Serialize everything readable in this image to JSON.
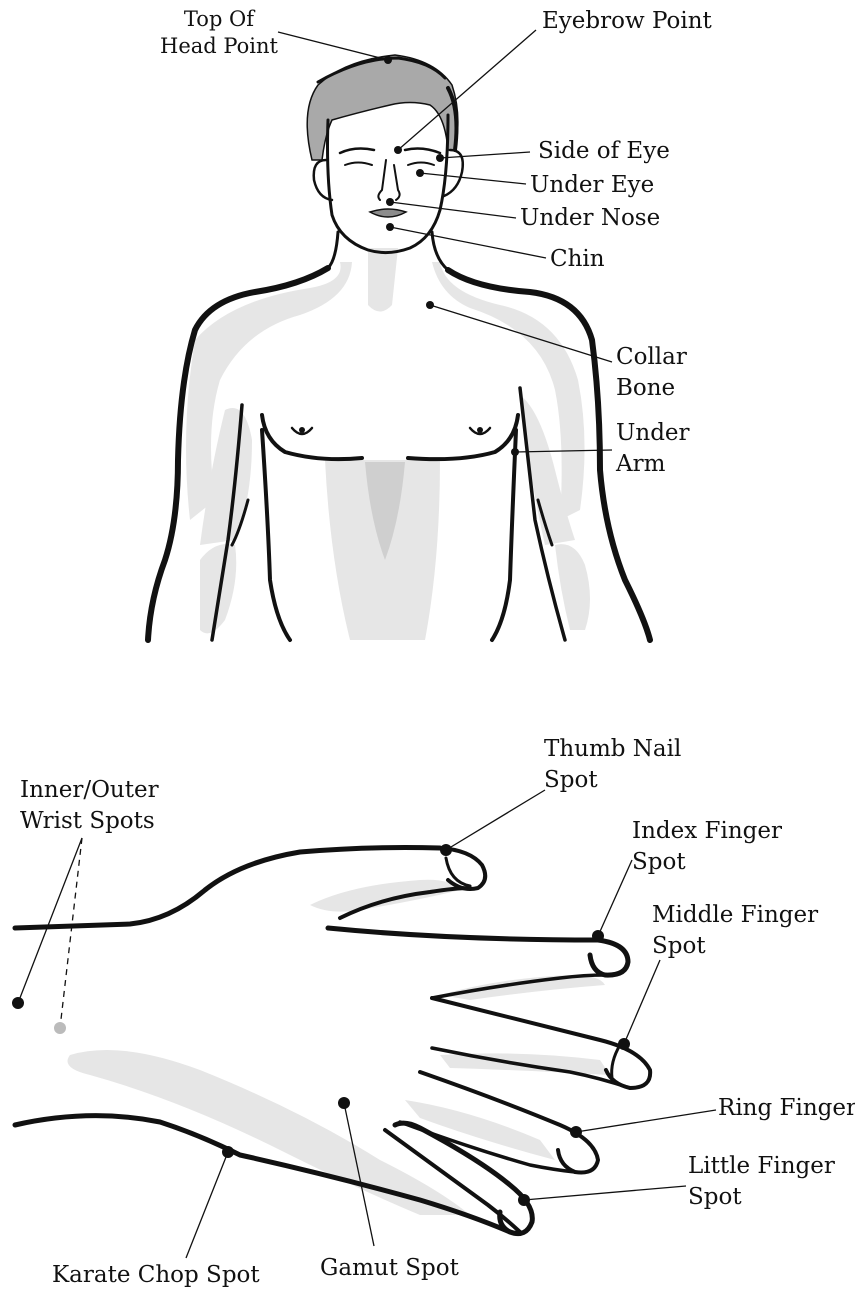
{
  "colors": {
    "ink": "#111111",
    "skin_shade": "#e6e6e6",
    "hair": "#a9a9a9",
    "lips": "#8c8c8c",
    "inner_wrist_point": "#bbbbbb"
  },
  "body_points": {
    "top_of_head": [
      "Top Of",
      "Head Point"
    ],
    "eyebrow": "Eyebrow Point",
    "side_of_eye": "Side of Eye",
    "under_eye": "Under Eye",
    "under_nose": "Under Nose",
    "chin": "Chin",
    "collar_bone": [
      "Collar",
      "Bone"
    ],
    "under_arm": [
      "Under",
      "Arm"
    ]
  },
  "hand_points": {
    "thumb_nail": [
      "Thumb Nail",
      "Spot"
    ],
    "index_finger": [
      "Index Finger",
      "Spot"
    ],
    "middle_finger": [
      "Middle Finger",
      "Spot"
    ],
    "ring_finger": "Ring Finger",
    "little_finger": [
      "Little Finger",
      "Spot"
    ],
    "wrist": [
      "Inner/Outer",
      "Wrist Spots"
    ],
    "karate_chop": "Karate Chop Spot",
    "gamut": "Gamut Spot"
  }
}
